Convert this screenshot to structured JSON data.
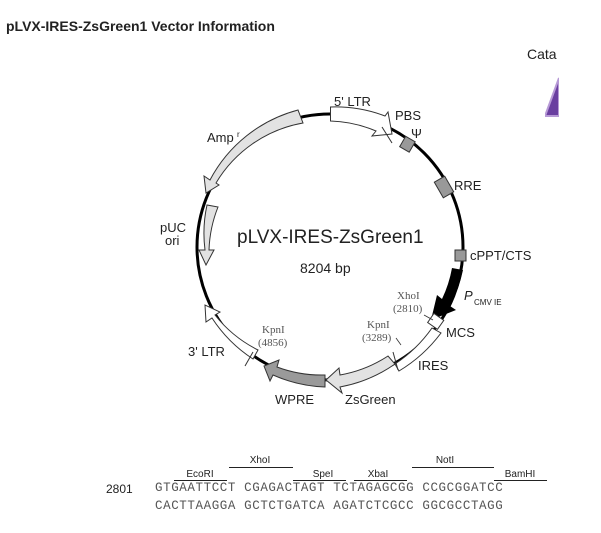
{
  "page": {
    "title": "pLVX-IRES-ZsGreen1 Vector Information",
    "side_label": "Cata"
  },
  "plasmid": {
    "name": "pLVX-IRES-ZsGreen1",
    "size": "8204 bp",
    "features": [
      {
        "label": "5' LTR",
        "type": "arrow-open"
      },
      {
        "label": "PBS",
        "type": "site"
      },
      {
        "label": "Ψ",
        "type": "box"
      },
      {
        "label": "RRE",
        "type": "box"
      },
      {
        "label": "cPPT/CTS",
        "type": "box"
      },
      {
        "label": "P",
        "sub": "CMV IE",
        "type": "promoter"
      },
      {
        "label": "MCS",
        "type": "box-open"
      },
      {
        "label": "IRES",
        "type": "arrow-open"
      },
      {
        "label": "ZsGreen",
        "type": "arrow-light"
      },
      {
        "label": "WPRE",
        "type": "arrow-dark"
      },
      {
        "label": "3' LTR",
        "type": "arrow-open"
      },
      {
        "label": "pUC",
        "label2": "ori",
        "type": "arrow-light"
      },
      {
        "label": "Amp",
        "sup": "r",
        "type": "arrow-light"
      }
    ],
    "sites": [
      {
        "enzyme": "XhoI",
        "position": "(2810)"
      },
      {
        "enzyme": "KpnI",
        "position": "(3289)"
      },
      {
        "enzyme": "KpnI",
        "position": "(4856)"
      }
    ]
  },
  "mcs": {
    "start": "2801",
    "top_strand": "GTGAATTCCT CGAGACTAGT TCTAGAGCGG CCGCGGATCC",
    "bottom_strand": "CACTTAAGGA GCTCTGATCA AGATCTCGCC GGCGCCTAGG",
    "upper_sites": [
      "XhoI",
      "NotI"
    ],
    "lower_sites": [
      "EcoRI",
      "SpeI",
      "XbaI",
      "BamHI"
    ]
  },
  "colors": {
    "backbone": "#000000",
    "feature_light": "#e2e2e2",
    "feature_dark": "#9a9a9a",
    "box_gray": "#999999",
    "accent_purple": "#6a3fa0"
  }
}
